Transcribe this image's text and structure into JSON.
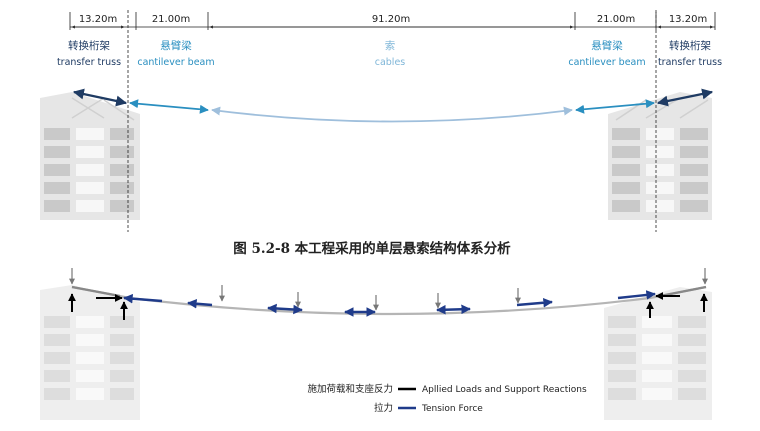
{
  "dimensions": {
    "left_truss": "13.20m",
    "left_cantilever": "21.00m",
    "cables": "91.20m",
    "right_cantilever": "21.00m",
    "right_truss": "13.20m"
  },
  "labels": {
    "truss_zh": "转换桁架",
    "truss_en": "transfer truss",
    "cantilever_zh": "悬臂梁",
    "cantilever_en": "cantilever beam",
    "cables_zh": "索",
    "cables_en": "cables"
  },
  "caption": "图 5.2-8   本工程采用的单层悬索结构体系分析",
  "legend": {
    "loads_zh": "施加荷载和支座反力",
    "loads_en": "Apllied Loads and Support Reactions",
    "tension_zh": "拉力",
    "tension_en": "Tension Force"
  },
  "colors": {
    "truss": "#1f3b63",
    "cantilever": "#2a8fc0",
    "cable": "#9fbfdc",
    "tension": "#1f3b8a",
    "load": "#777777",
    "reaction": "#000000",
    "building": "#d9d9d9"
  }
}
